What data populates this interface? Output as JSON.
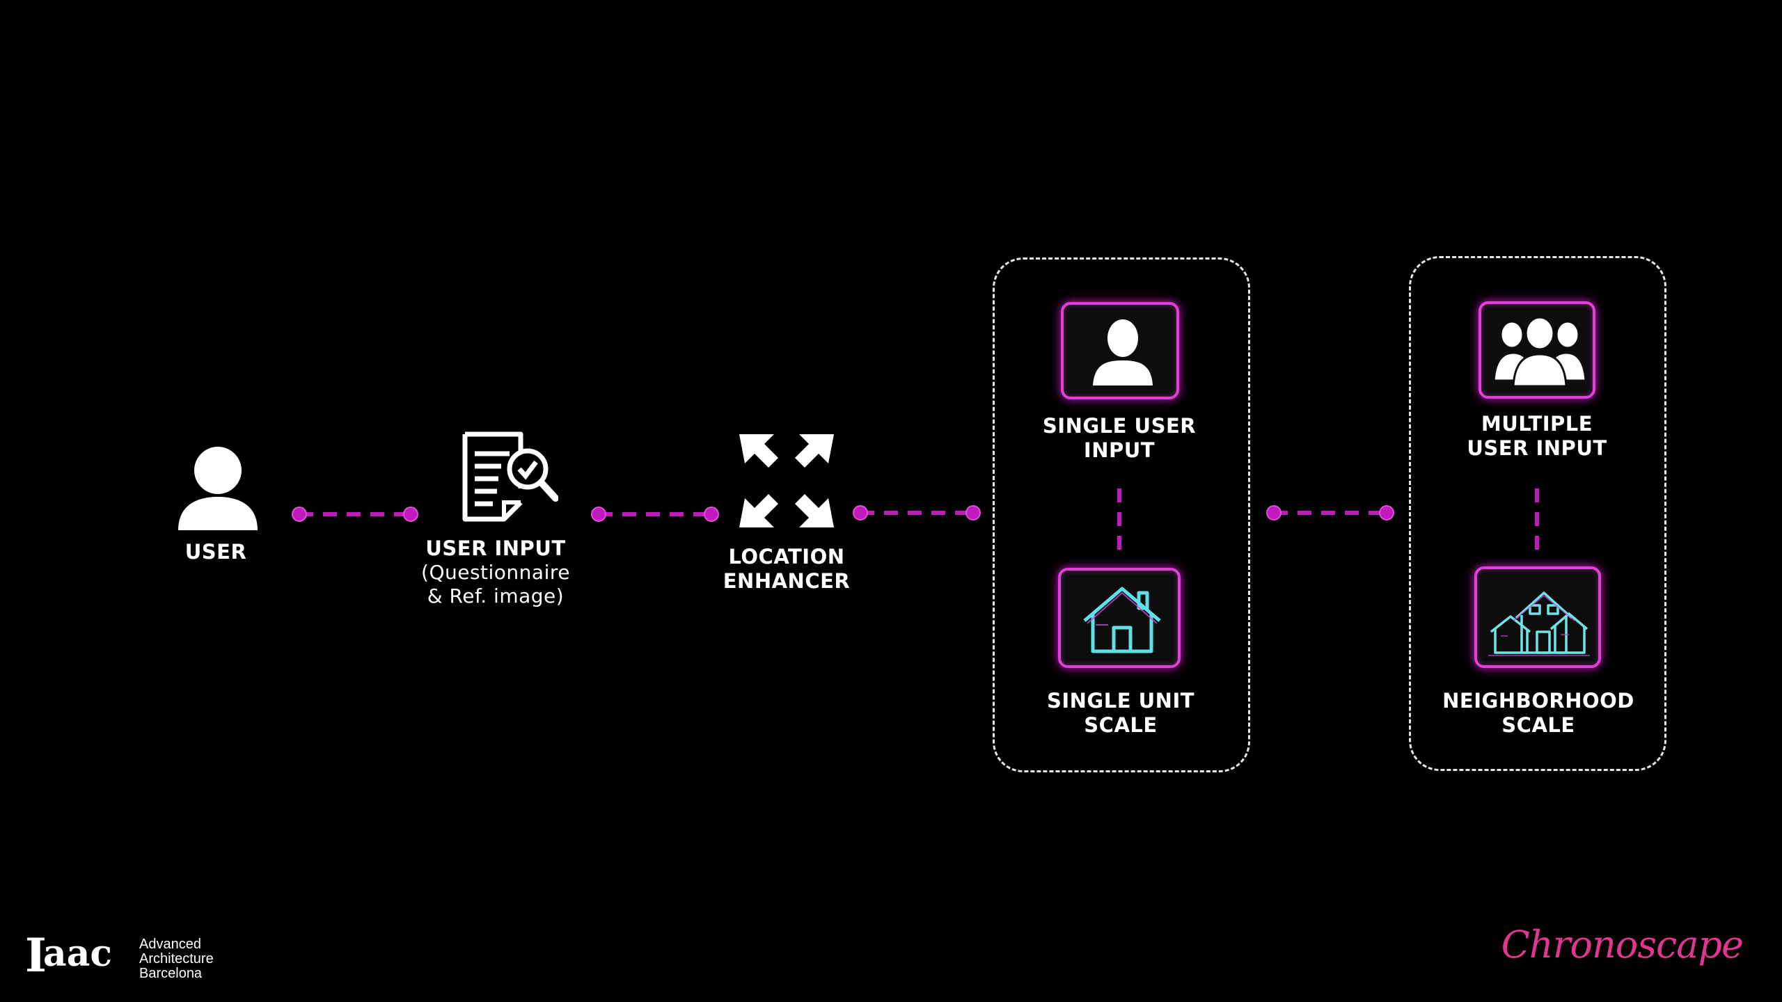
{
  "colors": {
    "accent": "#e040d8",
    "connector": "#c21bbd",
    "background": "#000000",
    "text": "#ffffff",
    "brand": "#e0368e"
  },
  "nodes": {
    "user": {
      "label": "USER",
      "icon": "person-icon"
    },
    "user_input": {
      "label": "USER INPUT",
      "sub1": "(Questionnaire",
      "sub2": "& Ref. image)",
      "icon": "document-search-icon"
    },
    "location_enhancer": {
      "line1": "LOCATION",
      "line2": "ENHANCER",
      "icon": "expand-arrows-icon"
    },
    "single_user_input": {
      "line1": "SINGLE USER",
      "line2": "INPUT",
      "icon": "single-user-icon"
    },
    "single_unit_scale": {
      "line1": "SINGLE UNIT",
      "line2": "SCALE",
      "icon": "house-icon"
    },
    "multiple_user_input": {
      "line1": "MULTIPLE",
      "line2": "USER INPUT",
      "icon": "group-users-icon"
    },
    "neighborhood_scale": {
      "line1": "NEIGHBORHOOD",
      "line2": "SCALE",
      "icon": "neighborhood-icon"
    }
  },
  "footer": {
    "logo": "Iaac",
    "org_line1": "Advanced",
    "org_line2": "Architecture",
    "org_line3": "Barcelona",
    "brand": "Chronoscape"
  }
}
